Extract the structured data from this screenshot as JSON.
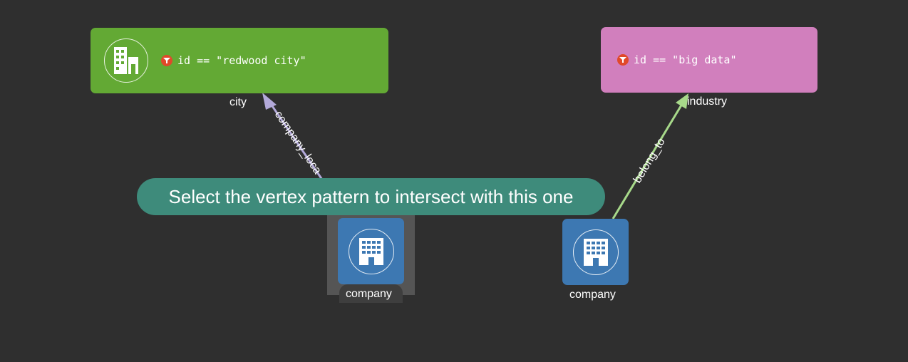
{
  "nodes": {
    "city": {
      "type_label": "city",
      "filter_text": "id == \"redwood city\"",
      "icon": "city-buildings-icon",
      "color": "#63a934"
    },
    "industry": {
      "type_label": "industry",
      "filter_text": "id == \"big data\"",
      "icon": "filter-icon",
      "color": "#d17fbd"
    },
    "company_left": {
      "type_label": "company",
      "icon": "office-building-icon",
      "color": "#3d78b2",
      "selected": true
    },
    "company_right": {
      "type_label": "company",
      "icon": "office-building-icon",
      "color": "#3d78b2"
    }
  },
  "edges": {
    "company_location": {
      "label": "company_loca",
      "color": "#b3a9d9"
    },
    "belong_to": {
      "label": "belong_to",
      "color": "#a7d98a"
    }
  },
  "tooltip": {
    "text": "Select the vertex pattern to intersect with this one"
  },
  "colors": {
    "background": "#2f2f2f",
    "tooltip": "#3e8b7b",
    "filter_icon": "#e0492a"
  }
}
